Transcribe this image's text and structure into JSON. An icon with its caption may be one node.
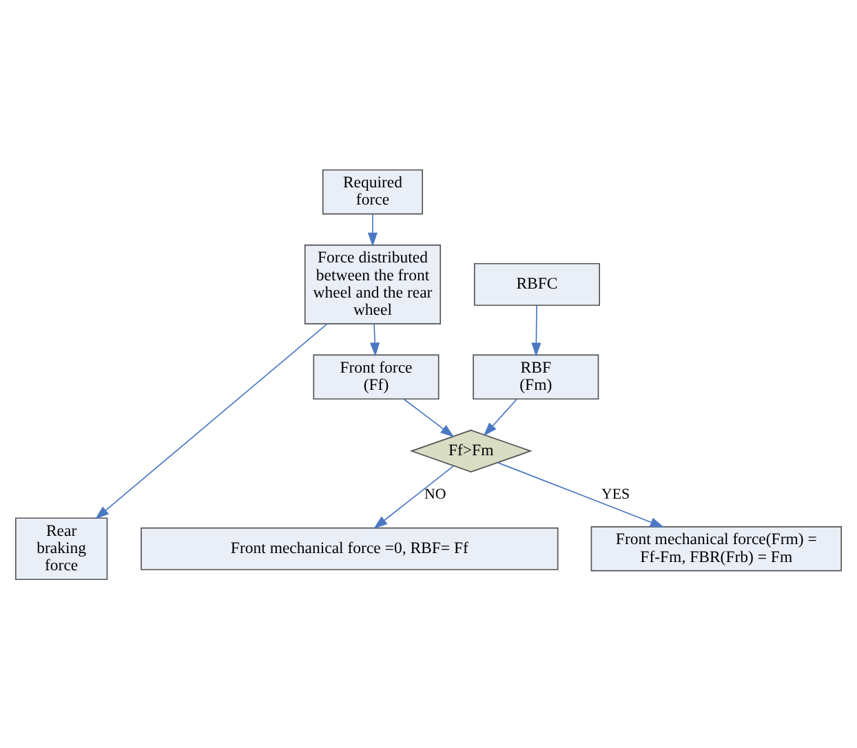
{
  "diagram": {
    "nodes": [
      {
        "text": [
          "Required force"
        ]
      },
      {
        "text": [
          "Force distributed between the front wheel and the rear wheel"
        ]
      },
      {
        "text": [
          "RBFC"
        ]
      },
      {
        "text": [
          "Front force (Ff)"
        ]
      },
      {
        "text": [
          "RBF (Fm)"
        ]
      },
      {
        "text": [
          "Ff>Fm"
        ]
      },
      {
        "text": [
          "Rear braking force"
        ]
      },
      {
        "text": [
          "Front mechanical force(Frm) = Ff-Fm, FBR(Frb) = Fm"
        ]
      },
      {
        "text": [
          "Front mechanical force =0, RBF= Ff"
        ]
      }
    ],
    "edges": [
      {
        "from": 0,
        "to": 1,
        "arrow": "to"
      },
      {
        "from": 1,
        "to": 3,
        "arrow": "to"
      },
      {
        "from": 1,
        "to": 6,
        "arrow": "to"
      },
      {
        "from": 2,
        "to": 4,
        "arrow": "to"
      },
      {
        "from": 3,
        "to": 5,
        "arrow": "to"
      },
      {
        "from": 4,
        "to": 5,
        "arrow": "to"
      },
      {
        "from": 5,
        "to": 7,
        "arrow": "to",
        "label": "YES"
      },
      {
        "from": 5,
        "to": 8,
        "arrow": "to",
        "label": "NO"
      }
    ]
  }
}
